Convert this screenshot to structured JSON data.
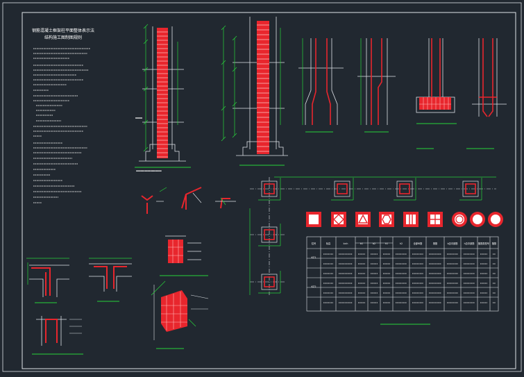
{
  "drawing": {
    "background": "#212830",
    "frame_color": "#dfe3e8",
    "rebar_color": "#e8262d",
    "dimension_color": "#27d43a",
    "label_color": "#ffffff",
    "notes_title_line1": "钢筋混凝土框架柱平面整体表示法",
    "notes_title_line2": "结构施工图制图规则"
  },
  "section_table": {
    "col_headers": [
      "柱号",
      "标高",
      "b×h",
      "b1",
      "b2",
      "h1",
      "h2",
      "全部纵筋",
      "角筋",
      "b边中部筋",
      "h边中部筋",
      "箍筋类型号",
      "箍筋"
    ],
    "row_groups": [
      "KZ1",
      "KZ2"
    ]
  },
  "icons": {
    "column_section": "column-section-icon",
    "stirrup_types": "stirrup-type-icon"
  }
}
